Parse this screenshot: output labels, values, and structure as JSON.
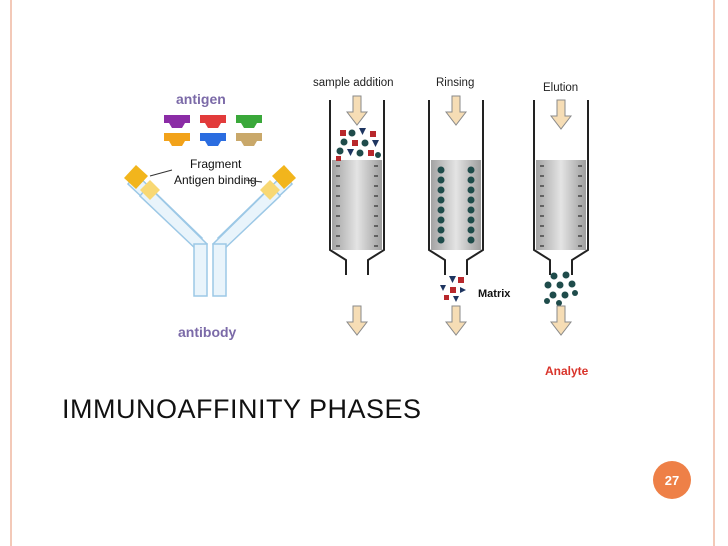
{
  "slide": {
    "title": "IMMUNOAFFINITY PHASES",
    "page_number": "27",
    "accent_color": "#ee8047",
    "border_color": "#f3c9b8"
  },
  "diagram": {
    "antibody_panel": {
      "antigen_label": "antigen",
      "fragment_label": "Fragment",
      "antigen_binding_label": "Antigen binding",
      "antibody_label": "antibody",
      "label_color": "#7b6aa8",
      "antigen_colors": [
        "#8b2ca6",
        "#e23b3b",
        "#3aa83a",
        "#f2a21a",
        "#2b6de0",
        "#c9a86a"
      ]
    },
    "columns": [
      {
        "step": "sample addition"
      },
      {
        "step": "Rinsing"
      },
      {
        "step": "Elution"
      }
    ],
    "matrix_label": "Matrix",
    "analyte_label": "Analyte",
    "analyte_color": "#d9342b"
  }
}
